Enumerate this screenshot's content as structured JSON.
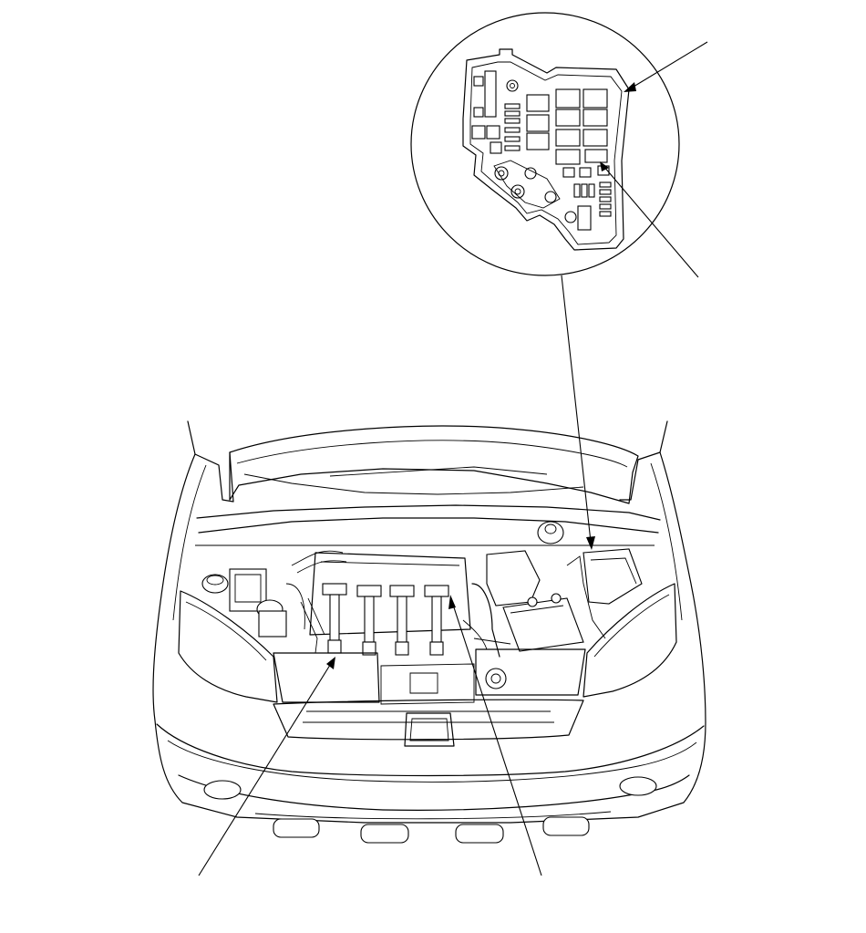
{
  "diagram": {
    "callouts": [
      {
        "id": "fuse-box-label"
      },
      {
        "id": "fuse-label"
      },
      {
        "id": "coil-label-left"
      },
      {
        "id": "coil-label-right"
      }
    ]
  },
  "colors": {
    "line": "#000000",
    "background": "#ffffff"
  }
}
